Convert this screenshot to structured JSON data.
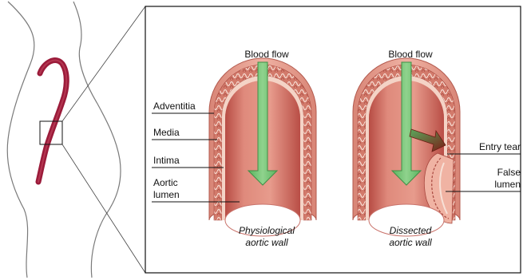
{
  "labels": {
    "blood_flow_left": "Blood flow",
    "blood_flow_right": "Blood flow",
    "adventitia": "Adventitia",
    "media": "Media",
    "intima": "Intima",
    "aortic_lumen_line1": "Aortic",
    "aortic_lumen_line2": "lumen",
    "entry_tear": "Entry tear",
    "false_lumen_line1": "False",
    "false_lumen_line2": "lumen",
    "caption_left_line1": "Physiological",
    "caption_left_line2": "aortic wall",
    "caption_right_line1": "Dissected",
    "caption_right_line2": "aortic wall"
  },
  "colors": {
    "aorta": "#9b1b3a",
    "adventitia": "#e4968a",
    "media": "#c96a5c",
    "intima": "#f3cdbf",
    "lumen": "#d9776a",
    "lumen_dark": "#b34b43",
    "arrow": "#6cbe6c",
    "arrow_stroke": "#3f8f46",
    "tear_arrow": "#8a2a1e"
  }
}
